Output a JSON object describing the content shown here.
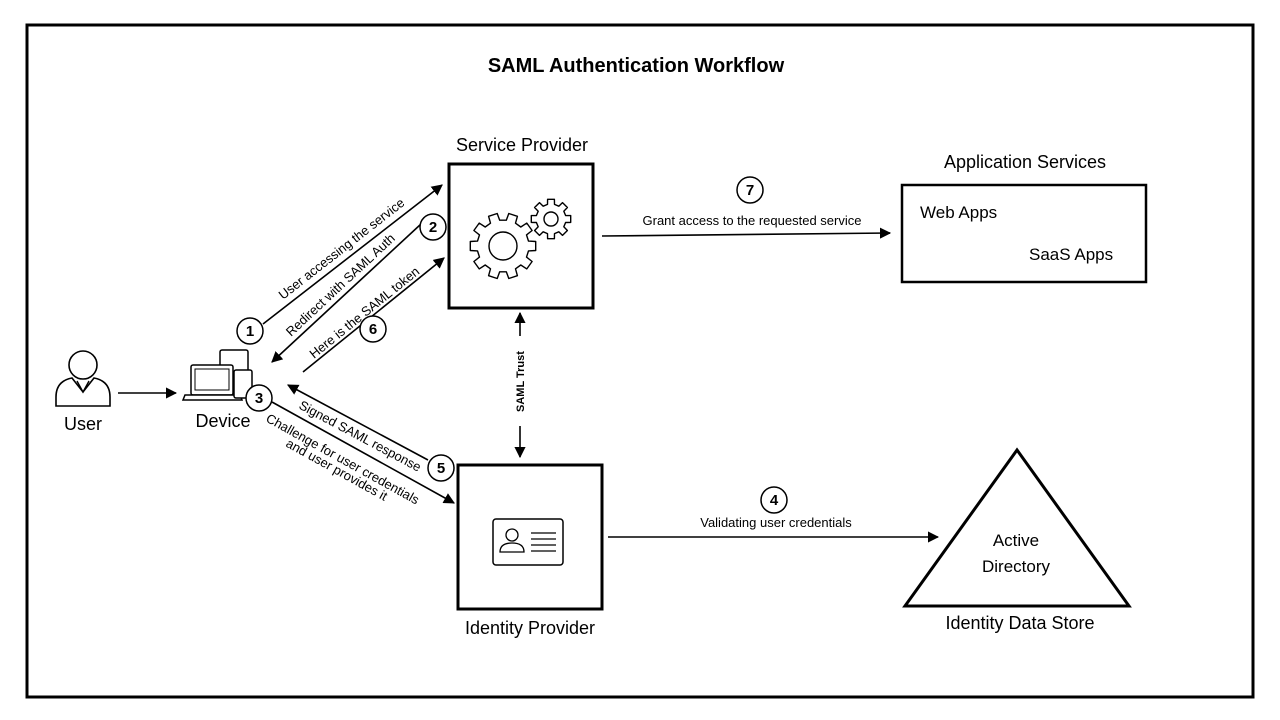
{
  "title": "SAML Authentication Workflow",
  "nodes": {
    "user": "User",
    "device": "Device",
    "service_provider": "Service Provider",
    "identity_provider": "Identity Provider",
    "application_services": "Application Services",
    "web_apps": "Web Apps",
    "saas_apps": "SaaS Apps",
    "active_directory_line1": "Active",
    "active_directory_line2": "Directory",
    "identity_data_store": "Identity Data Store"
  },
  "edges": {
    "e1": "User accessing the service",
    "e2": "Redirect with SAML Auth",
    "e6": "Here is the SAML token",
    "e5": "Signed SAML response",
    "e3_line1": "Challenge for user credentials",
    "e3_line2": "and user provides it",
    "e7": "Grant access to the requested service",
    "e4": "Validating user credentials",
    "trust": "SAML Trust"
  },
  "steps": [
    "1",
    "2",
    "3",
    "4",
    "5",
    "6",
    "7"
  ],
  "icons": {
    "user": "user-avatar-icon",
    "device": "laptop-tablet-phone-icon",
    "service_provider": "gears-icon",
    "identity_provider": "id-card-icon"
  }
}
